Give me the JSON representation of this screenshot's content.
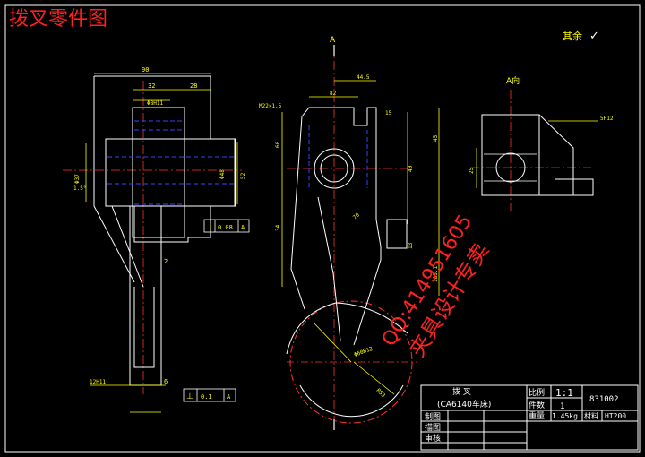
{
  "title": "拨叉零件图",
  "roughness_note": "其余",
  "roughness_mark": "✓",
  "section_label": "A",
  "view_label": "A向",
  "watermark": {
    "line1": "QQ:414951605",
    "line2": "夹具设计专卖"
  },
  "dims": {
    "d90": "90",
    "d32": "32",
    "d28": "28",
    "d8611": "Φ8H11",
    "d37": "Φ37",
    "d52": "52",
    "d15deg": "1.5°",
    "d48": "Φ48",
    "tol1_sym": "⊥",
    "tol1_val": "0.08",
    "tol1_ref": "A",
    "d2": "2",
    "d12": "12H11",
    "d6": "6",
    "tol2_sym": "⊥",
    "tol2_val": "0.1",
    "tol2_ref": "A",
    "m22": "M22×1.5",
    "d445": "44.5",
    "d82": "82",
    "d15": "15",
    "d60": "60",
    "d45": "45",
    "d40": "40",
    "d34": "34",
    "d13": "13",
    "d70": "70",
    "d185": "185.1",
    "r53": "R53",
    "phi": "Φ60H12",
    "d5812": "5H12",
    "d25": "25"
  },
  "title_block": {
    "part_name": "拨 叉",
    "machine": "(CA6140车床)",
    "scale_label": "比例",
    "scale_value": "1:1",
    "qty_label": "件数",
    "qty_value": "1",
    "drawing_no": "831002",
    "weight_label": "重量",
    "weight_value": "1.45kg",
    "material_label": "材料",
    "material_value": "HT200",
    "drawn": "制图",
    "designed": "描图",
    "checked": "审核"
  }
}
